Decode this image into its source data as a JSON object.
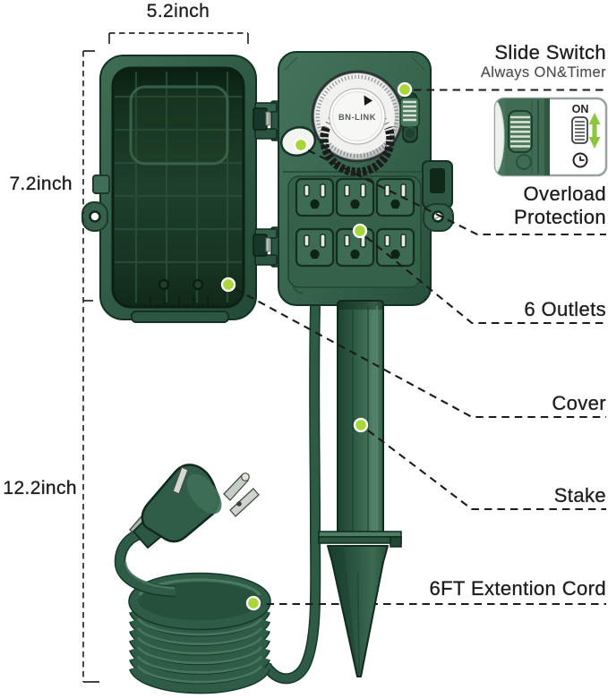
{
  "brand": "BN-LINK",
  "dimensions": {
    "width": "5.2inch",
    "box_height": "7.2inch",
    "overall_height": "12.2inch"
  },
  "callouts": {
    "slide_switch": "Slide Switch",
    "slide_switch_sub": "Always ON&Timer",
    "overload": "Overload Protection",
    "outlets": "6 Outlets",
    "cover": "Cover",
    "stake": "Stake",
    "cord": "6FT Extention Cord"
  },
  "inset": {
    "on_label": "ON"
  },
  "colors": {
    "product_green": "#2E5944",
    "accent_lime": "#A9D63A",
    "arrow_green": "#8CC63E",
    "text": "#1D1F1E"
  }
}
